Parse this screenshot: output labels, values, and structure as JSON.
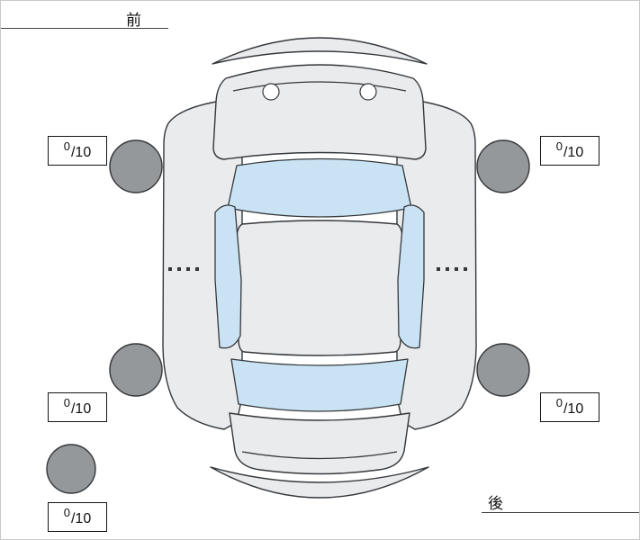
{
  "diagram": {
    "front_label": "前",
    "rear_label": "後"
  },
  "tread": {
    "front_left": {
      "value": "0",
      "scale": "/10"
    },
    "front_right": {
      "value": "0",
      "scale": "/10"
    },
    "rear_left": {
      "value": "0",
      "scale": "/10"
    },
    "rear_right": {
      "value": "0",
      "scale": "/10"
    },
    "spare": {
      "value": "0",
      "scale": "/10"
    }
  },
  "colors": {
    "body_fill": "#e9ebed",
    "glass_fill": "#c9e3f4",
    "wheel_fill": "#94989b",
    "outline": "#35383b"
  }
}
